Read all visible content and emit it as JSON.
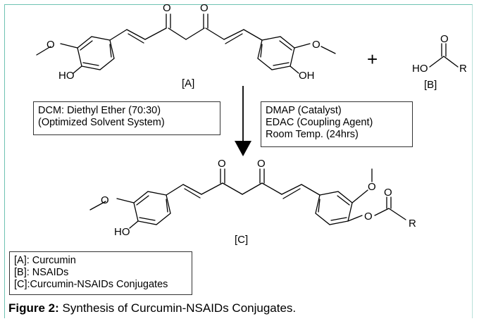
{
  "compounds": {
    "a": {
      "label": "[A]",
      "ho": "HO"
    },
    "b": {
      "label": "[B]",
      "ho": "HO",
      "r": "R",
      "o": "O"
    },
    "c": {
      "label": "[C]",
      "ho": "HO",
      "r": "R",
      "o": "O"
    },
    "plus": "+"
  },
  "solvent_box": {
    "lines": [
      "DCM: Diethyl Ether (70:30)",
      "(Optimized Solvent System)"
    ]
  },
  "conditions_box": {
    "lines": [
      "DMAP (Catalyst)",
      "EDAC (Coupling Agent)",
      "Room Temp. (24hrs)"
    ]
  },
  "legend_box": {
    "lines": [
      "[A]: Curcumin",
      "[B]: NSAIDs",
      "[C]:Curcumin-NSAIDs Conjugates"
    ]
  },
  "caption": {
    "bold": "Figure 2:",
    "text": " Synthesis of Curcumin-NSAIDs Conjugates."
  },
  "colors": {
    "frame": "#6fc3b3",
    "ink": "#000000"
  }
}
